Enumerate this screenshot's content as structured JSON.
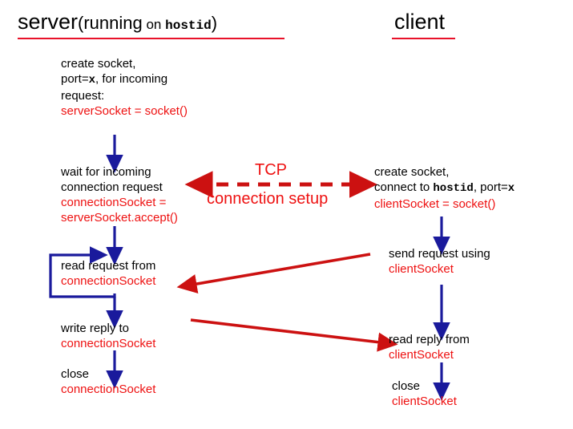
{
  "diagram": {
    "title_server_main": "server",
    "title_server_paren_open": "(",
    "title_server_running": "running",
    "title_server_on": "on",
    "title_server_hostid": "hostid",
    "title_server_paren_close": ")",
    "title_client": "client"
  },
  "server": {
    "step1": {
      "line1": "create socket,",
      "line2_a": "port=",
      "line2_x": "x",
      "line2_b": ", for incoming",
      "line3": "request:",
      "code": "serverSocket = socket()"
    },
    "step2": {
      "line1": "wait for incoming",
      "line2": "connection request",
      "code1": "connectionSocket =",
      "code2": "serverSocket.accept()"
    },
    "step3": {
      "line1": "read request from",
      "code1": "connectionSocket"
    },
    "step4": {
      "line1": "write reply to",
      "code1": "connectionSocket"
    },
    "step5": {
      "line1": "close",
      "code1": "connectionSocket"
    }
  },
  "client": {
    "step1": {
      "line1": "create socket,",
      "line2_a": "connect to ",
      "line2_host": "hostid",
      "line2_b": ", port=",
      "line2_x": "x",
      "code": "clientSocket = socket()"
    },
    "step2": {
      "line1": "send request using",
      "code1": "clientSocket"
    },
    "step3": {
      "line1": "read reply from",
      "code1": "clientSocket"
    },
    "step4": {
      "line1": "close",
      "code1": "clientSocket"
    }
  },
  "connection": {
    "label_top": "TCP",
    "label_bottom": "connection setup"
  },
  "colors": {
    "code_red": "#ee1111",
    "arrow_red": "#cc1111",
    "arrow_blue": "#1a1a9c",
    "text_black": "#000000",
    "rule_red": "#e8122a"
  }
}
